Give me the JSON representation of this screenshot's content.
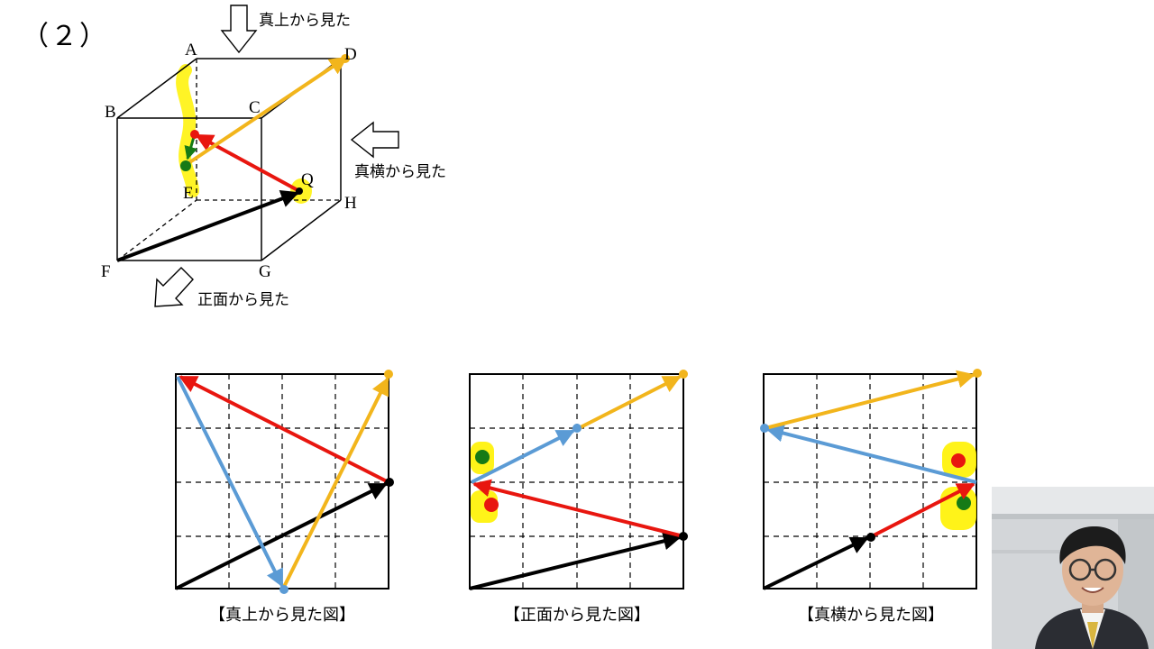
{
  "problem_number": "（２）",
  "cube": {
    "vertices": {
      "A": "A",
      "B": "B",
      "C": "C",
      "D": "D",
      "E": "E",
      "F": "F",
      "G": "G",
      "H": "H",
      "Q": "Q"
    }
  },
  "view_labels": {
    "top": "真上から見た",
    "side": "真横から見た",
    "front": "正面から見た"
  },
  "captions": {
    "top": "【真上から見た図】",
    "front": "【正面から見た図】",
    "side": "【真横から見た図】"
  },
  "colors": {
    "red": "#e8160f",
    "yellow": "#f2b51c",
    "blue": "#5b9bd5",
    "black": "#000000",
    "green": "#167a16",
    "highlight": "#fff200"
  },
  "webcam": {
    "icon": "presenter-video-feed"
  }
}
